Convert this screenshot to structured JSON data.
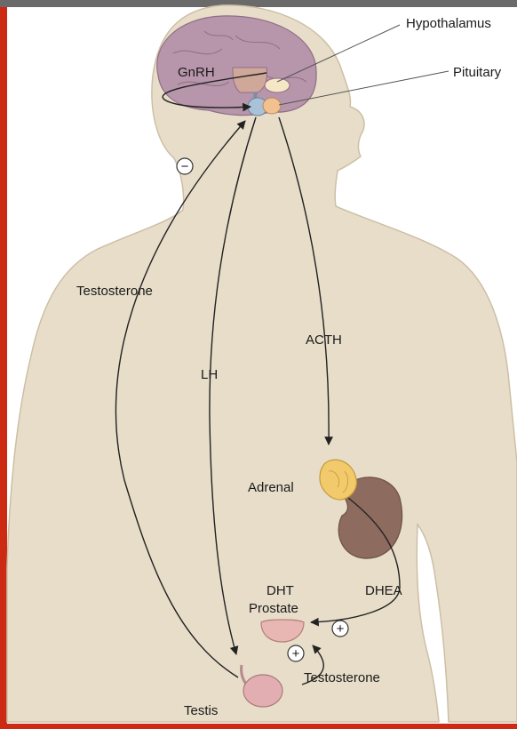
{
  "labels": {
    "hypothalamus": "Hypothalamus",
    "pituitary": "Pituitary",
    "gnrh": "GnRH",
    "testosterone_feedback": "Testosterone",
    "lh": "LH",
    "acth": "ACTH",
    "adrenal": "Adrenal",
    "dht": "DHT",
    "prostate": "Prostate",
    "dhea": "DHEA",
    "testosterone_local": "Testosterone",
    "testis": "Testis"
  },
  "signs": {
    "negative_feedback": "−",
    "dhea_effect": "+",
    "testosterone_effect": "+"
  },
  "colors": {
    "frame": "#cc2a12",
    "body": "#e7ddc9",
    "body_outline": "#cdbfa6",
    "brain": "#b795ab",
    "adrenal_cortex": "#f2c96b",
    "kidney": "#8d6b5f",
    "prostate": "#e9b7b3",
    "testis": "#e3aeb2",
    "pituitary_anterior": "#a9c2d8",
    "pituitary_posterior": "#f3c190"
  }
}
